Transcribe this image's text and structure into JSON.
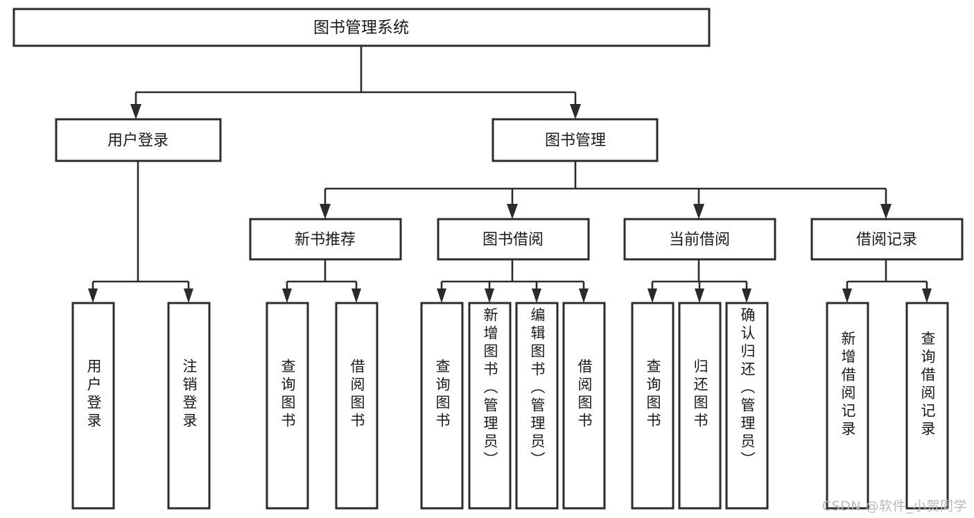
{
  "diagram": {
    "type": "tree",
    "orientation": "top-down",
    "title": "图书管理系统",
    "colors": {
      "box_stroke": "#2b2b2b",
      "box_fill": "#ffffff",
      "text": "#1a1a1a",
      "background": "#ffffff",
      "watermark": "#b9b9b9"
    },
    "levels": {
      "root": {
        "label": "图书管理系统"
      },
      "level2": [
        {
          "label": "用户登录"
        },
        {
          "label": "图书管理"
        }
      ],
      "level3": [
        {
          "label": "新书推荐"
        },
        {
          "label": "图书借阅"
        },
        {
          "label": "当前借阅"
        },
        {
          "label": "借阅记录"
        }
      ],
      "leaves": [
        {
          "label": "用户登录",
          "parent": "用户登录"
        },
        {
          "label": "注销登录",
          "parent": "用户登录"
        },
        {
          "label": "查询图书",
          "parent": "新书推荐"
        },
        {
          "label": "借阅图书",
          "parent": "新书推荐"
        },
        {
          "label": "查询图书",
          "parent": "图书借阅"
        },
        {
          "label": "新增图书（管理员）",
          "parent": "图书借阅"
        },
        {
          "label": "编辑图书（管理员）",
          "parent": "图书借阅"
        },
        {
          "label": "借阅图书",
          "parent": "图书借阅"
        },
        {
          "label": "查询图书",
          "parent": "当前借阅"
        },
        {
          "label": "归还图书",
          "parent": "当前借阅"
        },
        {
          "label": "确认归还（管理员）",
          "parent": "当前借阅"
        },
        {
          "label": "新增借阅记录",
          "parent": "借阅记录"
        },
        {
          "label": "查询借阅记录",
          "parent": "借阅记录"
        }
      ]
    }
  },
  "watermark": {
    "text": "CSDN @软件_小贺同学"
  }
}
